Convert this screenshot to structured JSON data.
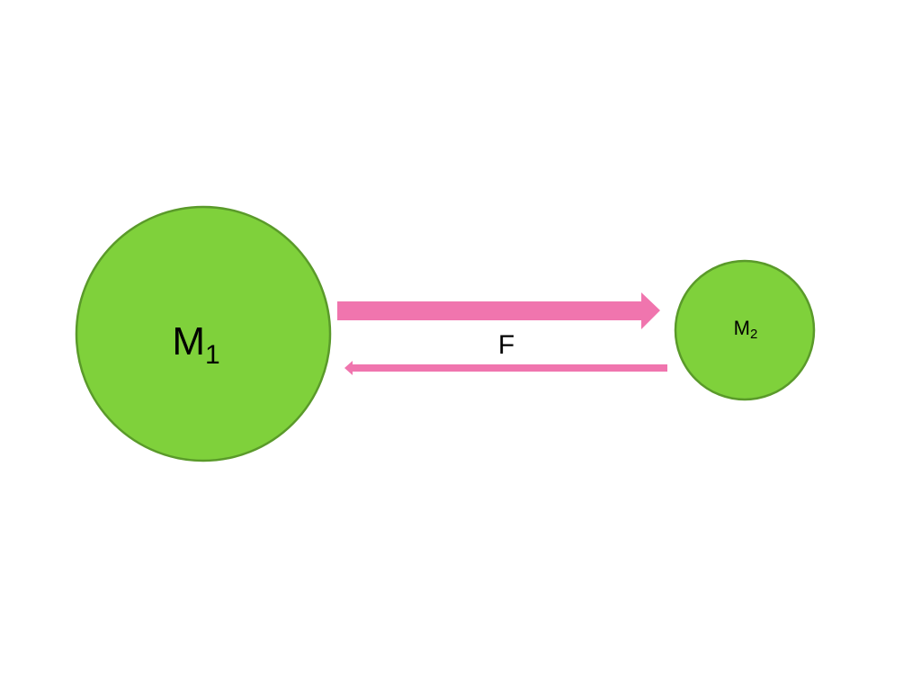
{
  "masses": [
    {
      "symbol": "M",
      "subscript": "1"
    },
    {
      "symbol": "M",
      "subscript": "2"
    }
  ],
  "force": {
    "label": "F"
  },
  "colors": {
    "mass_fill": "#7FD13B",
    "mass_stroke": "#5A9A2A",
    "arrow": "#F075AE",
    "text": "#000000",
    "background": "#FFFFFF"
  }
}
